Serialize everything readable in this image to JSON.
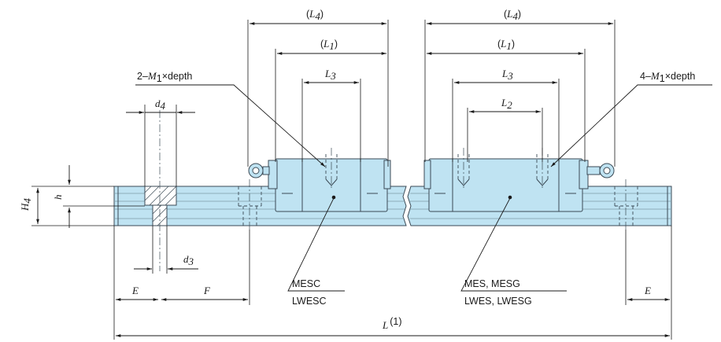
{
  "labels": {
    "L4": "L",
    "L4_sub": "4",
    "L1": "L",
    "L1_sub": "1",
    "L3": "L",
    "L3_sub": "3",
    "L2": "L",
    "L2_sub": "2",
    "d4": "d",
    "d4_sub": "4",
    "d3": "d",
    "d3_sub": "3",
    "H4": "H",
    "H4_sub": "4",
    "h": "h",
    "E": "E",
    "F": "F",
    "L": "L",
    "L_note": "(1)",
    "left_callout_prefix": "2–",
    "left_callout_M": "M",
    "left_callout_sub": "1",
    "left_callout_suffix": "×depth",
    "right_callout_prefix": "4–",
    "right_callout_M": "M",
    "right_callout_sub": "1",
    "right_callout_suffix": "×depth",
    "left_model_top": "MESC",
    "left_model_bottom": "LWESC",
    "right_model_top": "MES, MESG",
    "right_model_bottom": "LWES, LWESG"
  },
  "colors": {
    "fill": "#bfe3f2",
    "outline": "#3b4a55",
    "dim": "#1a1a1a"
  }
}
